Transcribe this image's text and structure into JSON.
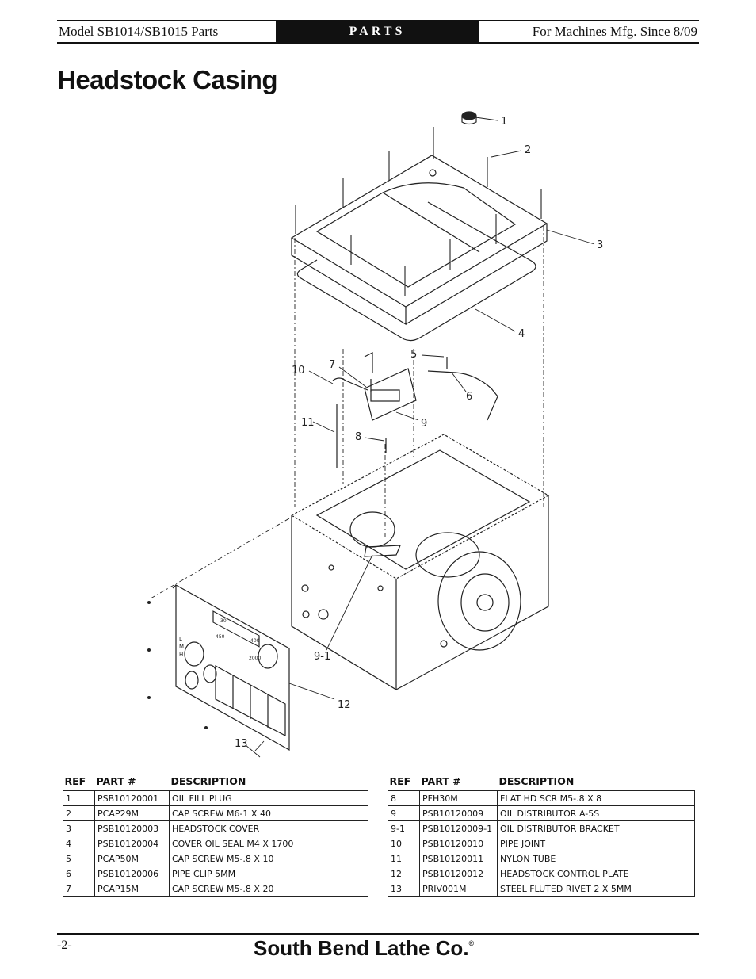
{
  "header": {
    "model": "Model SB1014/SB1015 Parts",
    "section": "PARTS",
    "applicability": "For Machines Mfg. Since 8/09"
  },
  "title": "Headstock Casing",
  "diagram": {
    "callouts": [
      "1",
      "2",
      "3",
      "4",
      "5",
      "6",
      "7",
      "8",
      "9",
      "9-1",
      "10",
      "11",
      "12",
      "13"
    ],
    "panel_letters": [
      "L",
      "M",
      "H"
    ],
    "panel_numbers": [
      "30",
      "400",
      "450",
      "2000"
    ]
  },
  "table_headers": {
    "ref": "REF",
    "part": "PART #",
    "description": "DESCRIPTION"
  },
  "parts_left": [
    {
      "ref": "1",
      "part": "PSB10120001",
      "description": "OIL FILL PLUG"
    },
    {
      "ref": "2",
      "part": "PCAP29M",
      "description": "CAP SCREW M6-1 X 40"
    },
    {
      "ref": "3",
      "part": "PSB10120003",
      "description": "HEADSTOCK COVER"
    },
    {
      "ref": "4",
      "part": "PSB10120004",
      "description": "COVER OIL SEAL M4 X 1700"
    },
    {
      "ref": "5",
      "part": "PCAP50M",
      "description": "CAP SCREW M5-.8 X 10"
    },
    {
      "ref": "6",
      "part": "PSB10120006",
      "description": "PIPE CLIP 5MM"
    },
    {
      "ref": "7",
      "part": "PCAP15M",
      "description": "CAP SCREW M5-.8 X 20"
    }
  ],
  "parts_right": [
    {
      "ref": "8",
      "part": "PFH30M",
      "description": "FLAT HD SCR M5-.8 X 8"
    },
    {
      "ref": "9",
      "part": "PSB10120009",
      "description": "OIL DISTRIBUTOR A-5S"
    },
    {
      "ref": "9-1",
      "part": "PSB10120009-1",
      "description": "OIL DISTRIBUTOR BRACKET"
    },
    {
      "ref": "10",
      "part": "PSB10120010",
      "description": "PIPE JOINT"
    },
    {
      "ref": "11",
      "part": "PSB10120011",
      "description": "NYLON TUBE"
    },
    {
      "ref": "12",
      "part": "PSB10120012",
      "description": "HEADSTOCK CONTROL PLATE"
    },
    {
      "ref": "13",
      "part": "PRIV001M",
      "description": "STEEL FLUTED RIVET 2 X 5MM"
    }
  ],
  "footer": {
    "page": "-2-",
    "brand": "South Bend Lathe Co.",
    "registered": "®"
  }
}
